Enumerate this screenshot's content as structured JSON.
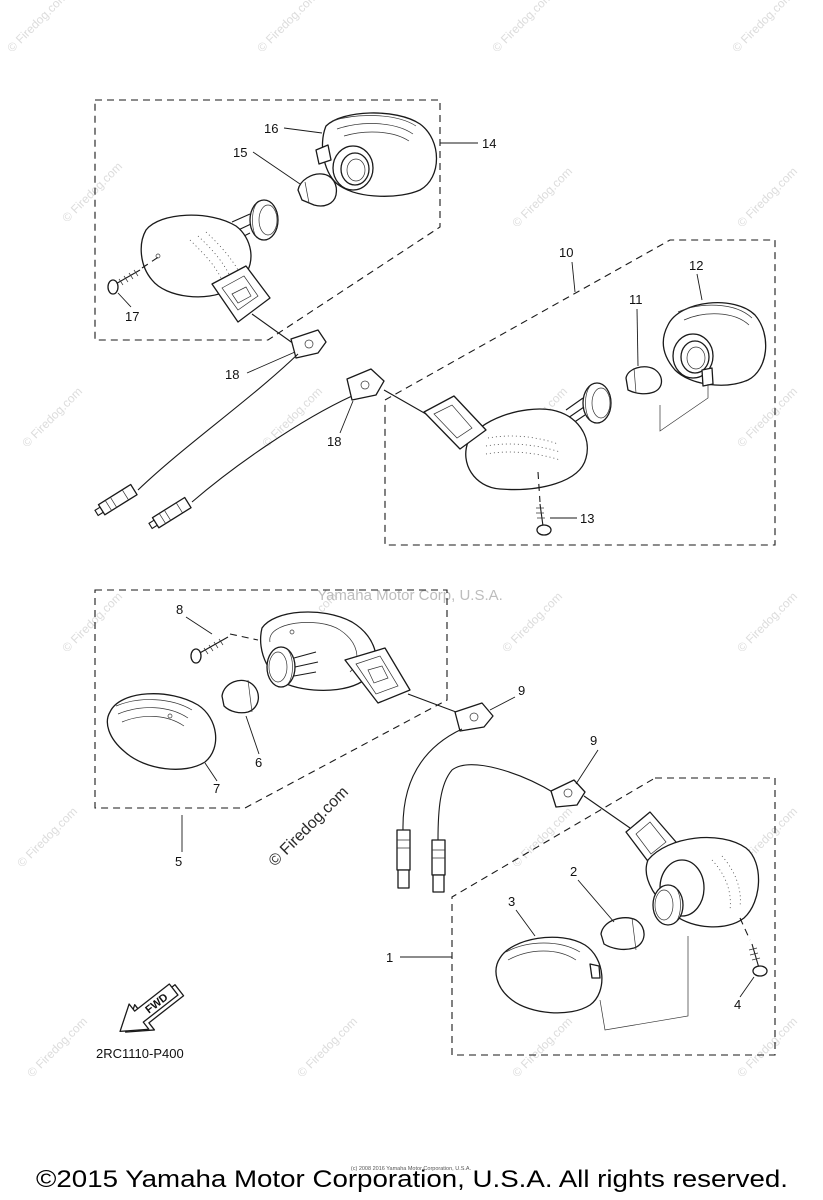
{
  "callouts": [
    "16",
    "15",
    "14",
    "17",
    "18",
    "10",
    "12",
    "11",
    "18",
    "13",
    "8",
    "9",
    "6",
    "7",
    "5",
    "9",
    "2",
    "3",
    "1",
    "4"
  ],
  "watermarks": {
    "firedog": "© Firedog.com",
    "yamaha": "Yamaha Motor Corp, U.S.A."
  },
  "fwd_label": "FWD",
  "diagram_code": "2RC1110-P400",
  "fine_print": "(c) 2008 2016 Yamaha Motor Corporation, U.S.A.",
  "copyright": "©2015 Yamaha Motor Corporation, U.S.A. All rights reserved."
}
